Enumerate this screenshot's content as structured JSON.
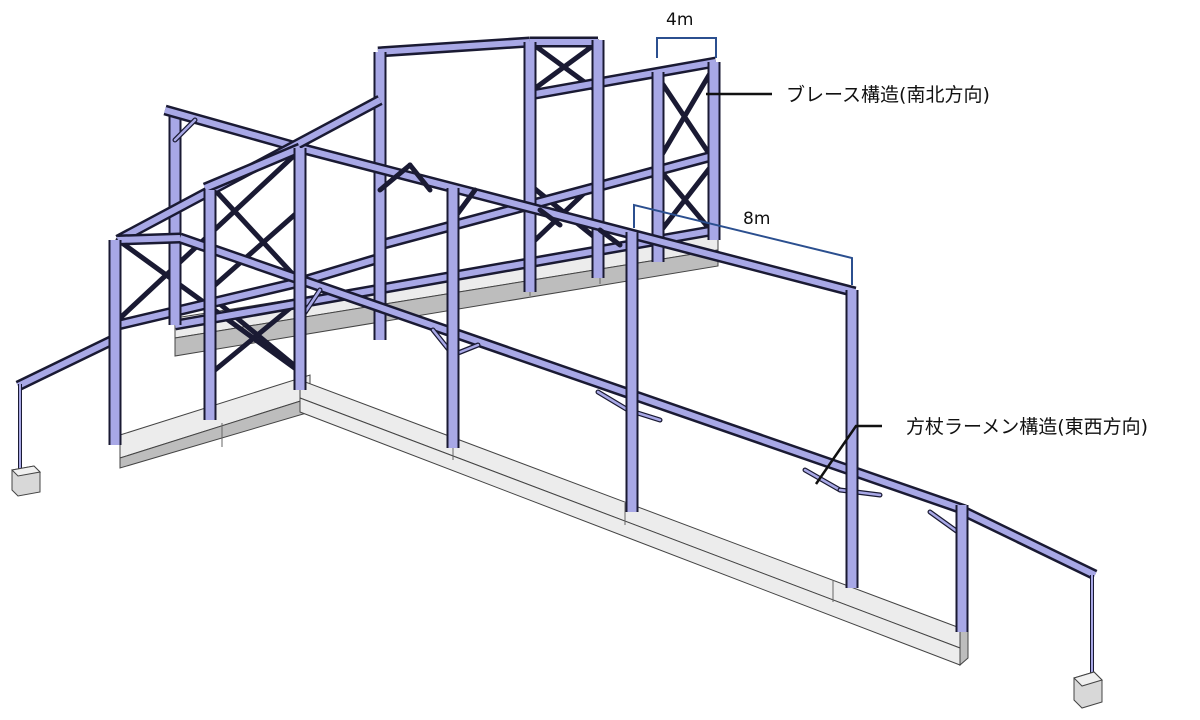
{
  "dimensions": {
    "width_4m": "4m",
    "width_8m": "8m"
  },
  "annotations": {
    "brace": "ブレース構造(南北方向)",
    "rahmen": "方杖ラーメン構造(東西方向)"
  },
  "colors": {
    "steel": "#a8a8e6",
    "steel_edge": "#1a1a33",
    "foundation_top": "#e4e4e4",
    "foundation_side": "#bdbdbd",
    "dimension_line": "#2b4f8f"
  }
}
